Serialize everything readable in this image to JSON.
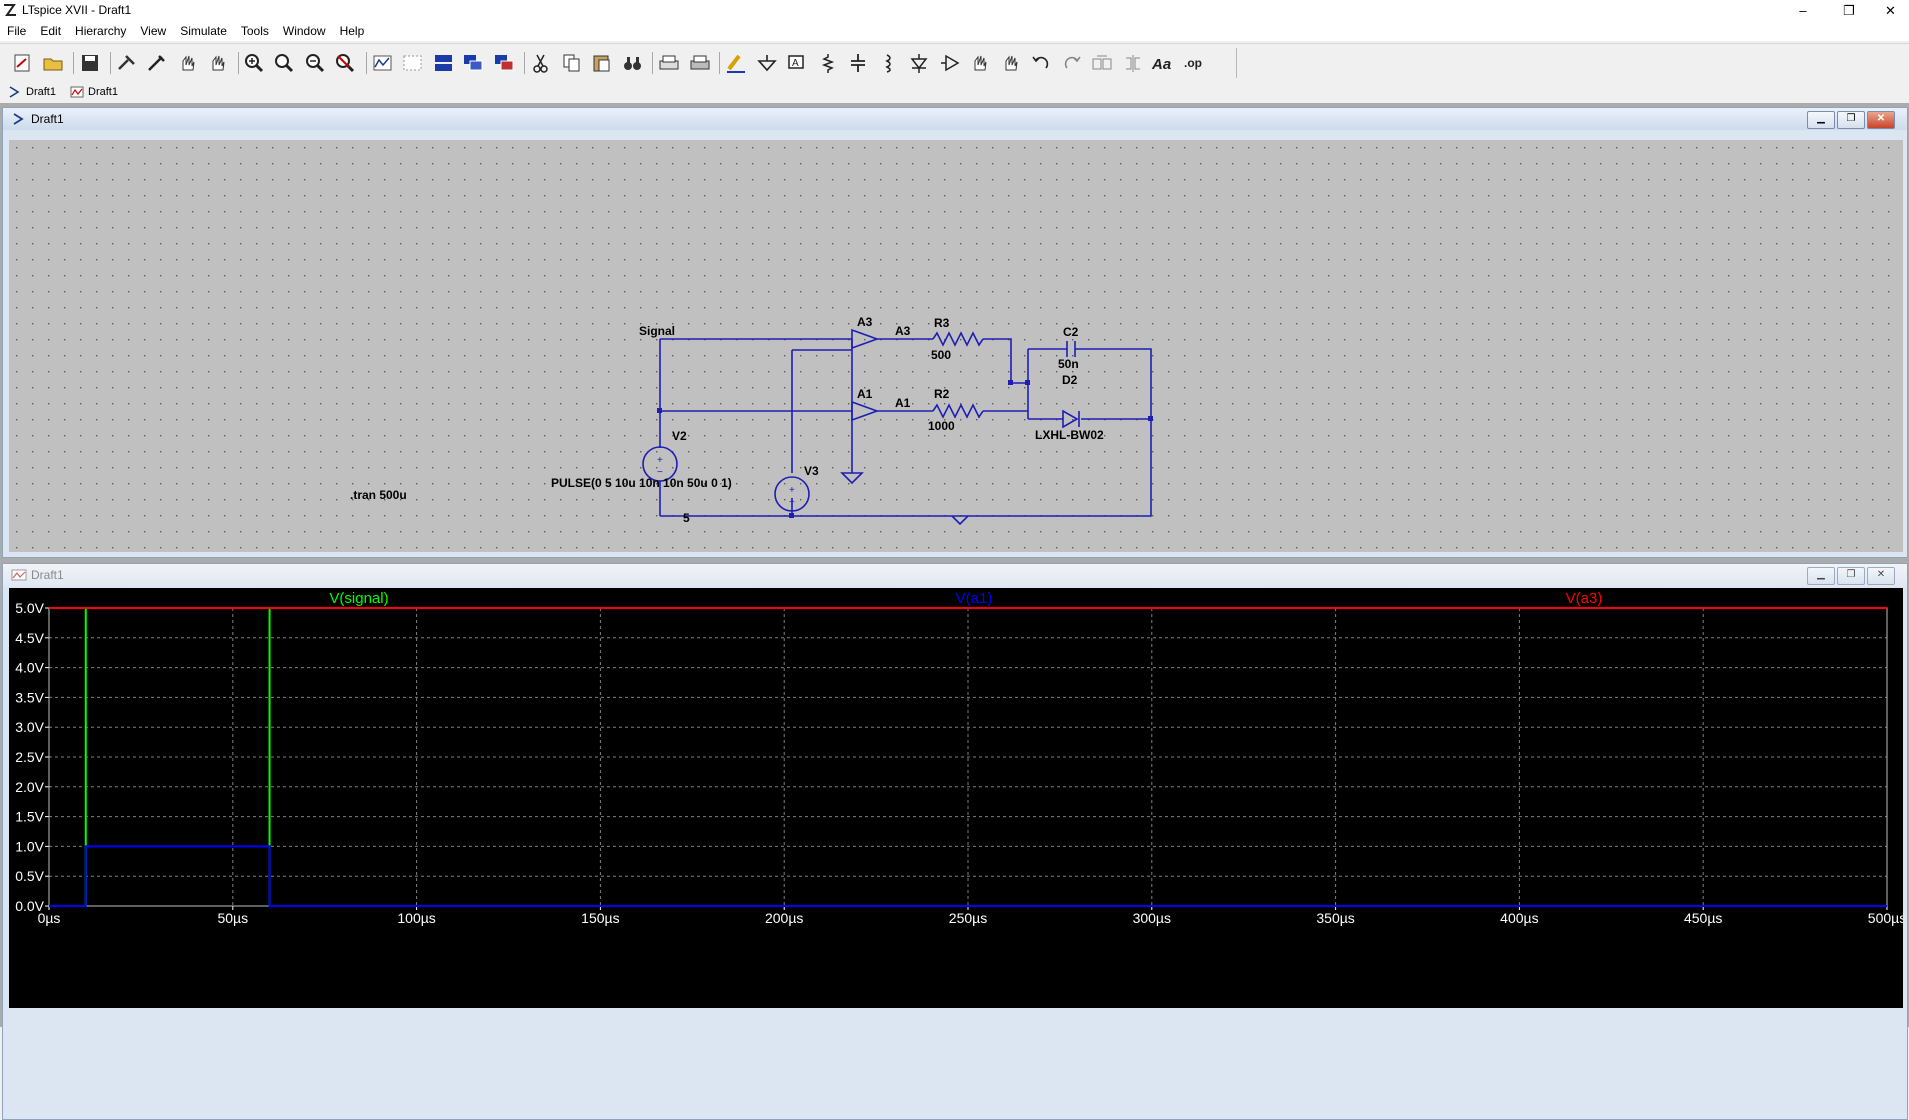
{
  "window": {
    "title": "LTspice XVII - Draft1",
    "min_glyph": "–",
    "restore_glyph": "❐",
    "close_glyph": "✕"
  },
  "menu": [
    "File",
    "Edit",
    "Hierarchy",
    "View",
    "Simulate",
    "Tools",
    "Window",
    "Help"
  ],
  "toolbar_icons": [
    "new-schematic-icon",
    "open-icon",
    "save-icon",
    "control-panel-icon",
    "run-icon",
    "halt-icon",
    "pan-icon",
    "zoom-in-icon",
    "zoom-out-icon",
    "zoom-fit-icon",
    "zoom-cancel-icon",
    "autorange-icon",
    "grid-icon",
    "tile-horizontal-icon",
    "cascade-icon",
    "tile-vertical-icon",
    "cut-icon",
    "copy-icon",
    "paste-icon",
    "find-icon",
    "print-setup-icon",
    "print-icon",
    "draw-wire-icon",
    "ground-icon",
    "label-net-icon",
    "resistor-icon",
    "capacitor-icon",
    "inductor-icon",
    "diode-icon",
    "component-icon",
    "move-icon",
    "drag-icon",
    "undo-icon",
    "redo-icon",
    "rotate-icon",
    "mirror-icon",
    "text-icon",
    "spice-directive-icon"
  ],
  "doc_tabs": [
    {
      "label": "Draft1",
      "icon": "schematic-icon"
    },
    {
      "label": "Draft1",
      "icon": "waveform-icon"
    }
  ],
  "schematic_window": {
    "title": "Draft1",
    "labels": {
      "signal": "Signal",
      "a3_flag": "A3",
      "a3_wire": "A3",
      "a1_flag": "A1",
      "a1_wire": "A1",
      "r3": "R3",
      "r3_value": "500",
      "r2": "R2",
      "r2_value": "1000",
      "c2": "C2",
      "c2_value": "50n",
      "d2": "D2",
      "d2_model": "LXHL-BW02",
      "v2": "V2",
      "v2_value": "PULSE(0 5 10u 10n 10n 50u 0 1)",
      "v3": "V3",
      "v3_value": "5",
      "tran": ".tran 500u"
    }
  },
  "waveform_window": {
    "title": "Draft1",
    "traces": [
      {
        "name": "V(signal)",
        "color": "#00ff00"
      },
      {
        "name": "V(a1)",
        "color": "#0000ff"
      },
      {
        "name": "V(a3)",
        "color": "#ff0000"
      }
    ]
  },
  "chart_data": {
    "type": "line",
    "title": "",
    "xlabel": "",
    "ylabel": "",
    "xlim": [
      0,
      500
    ],
    "ylim": [
      0,
      5
    ],
    "x_unit": "µs",
    "grid": true,
    "legend": "top",
    "x_ticks": [
      "0µs",
      "50µs",
      "100µs",
      "150µs",
      "200µs",
      "250µs",
      "300µs",
      "350µs",
      "400µs",
      "450µs",
      "500µs"
    ],
    "y_ticks": [
      "0.0V",
      "0.5V",
      "1.0V",
      "1.5V",
      "2.0V",
      "2.5V",
      "3.0V",
      "3.5V",
      "4.0V",
      "4.5V",
      "5.0V"
    ],
    "series": [
      {
        "name": "V(signal)",
        "color": "#00ff00",
        "x": [
          0,
          10,
          10,
          60,
          60,
          500
        ],
        "y": [
          0,
          0,
          5,
          5,
          0,
          0
        ]
      },
      {
        "name": "V(a1)",
        "color": "#0000ff",
        "x": [
          0,
          10,
          10,
          60,
          60,
          500
        ],
        "y": [
          0,
          0,
          1,
          1,
          0,
          0
        ]
      },
      {
        "name": "V(a3)",
        "color": "#ff0000",
        "x": [
          0,
          500
        ],
        "y": [
          5,
          5
        ]
      }
    ]
  }
}
